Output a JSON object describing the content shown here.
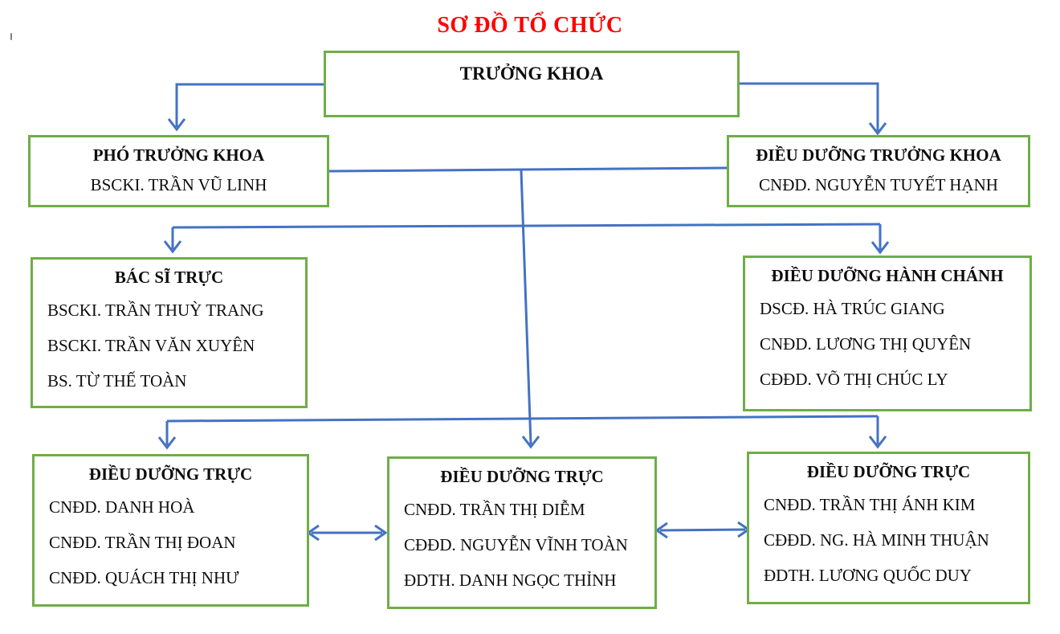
{
  "title": "SƠ ĐỒ TỔ CHỨC",
  "colors": {
    "title_red": "#FF0000",
    "box_border_green": "#70AD47",
    "connector_blue": "#4472C4",
    "text_black": "#0D0D0D"
  },
  "boxes": {
    "truong_khoa": {
      "header": "TRƯỞNG KHOA"
    },
    "pho_truong_khoa": {
      "header": "PHÓ TRƯỞNG KHOA",
      "members": [
        "BSCKI. TRẦN VŨ LINH"
      ]
    },
    "dieu_duong_truong_khoa": {
      "header": "ĐIỀU DƯỠNG TRƯỞNG KHOA",
      "members": [
        "CNĐD. NGUYỄN TUYẾT HẠNH"
      ]
    },
    "bac_si_truc": {
      "header": "BÁC SĨ TRỰC",
      "members": [
        "BSCKI. TRẦN THUỲ TRANG",
        "BSCKI. TRẦN VĂN XUYÊN",
        "BS. TỪ THẾ TOÀN"
      ]
    },
    "dieu_duong_hanh_chanh": {
      "header": "ĐIỀU DƯỠNG HÀNH CHÁNH",
      "members": [
        "DSCĐ. HÀ TRÚC GIANG",
        "CNĐD. LƯƠNG THỊ QUYÊN",
        "CĐĐD. VÕ THỊ CHÚC LY"
      ]
    },
    "dieu_duong_truc_1": {
      "header": "ĐIỀU DƯỠNG TRỰC",
      "members": [
        "CNĐD. DANH HOÀ",
        "CNĐD. TRẦN THỊ ĐOAN",
        "CNĐD. QUÁCH THỊ NHƯ"
      ]
    },
    "dieu_duong_truc_2": {
      "header": "ĐIỀU DƯỠNG TRỰC",
      "members": [
        "CNĐD. TRẦN THỊ DIỄM",
        "CĐĐD. NGUYỄN VĨNH TOÀN",
        "ĐDTH. DANH NGỌC THỈNH"
      ]
    },
    "dieu_duong_truc_3": {
      "header": "ĐIỀU DƯỠNG TRỰC",
      "members": [
        "CNĐD. TRẦN THỊ ÁNH KIM",
        "CĐĐD. NG. HÀ MINH THUẬN",
        "ĐDTH. LƯƠNG QUỐC DUY"
      ]
    }
  }
}
